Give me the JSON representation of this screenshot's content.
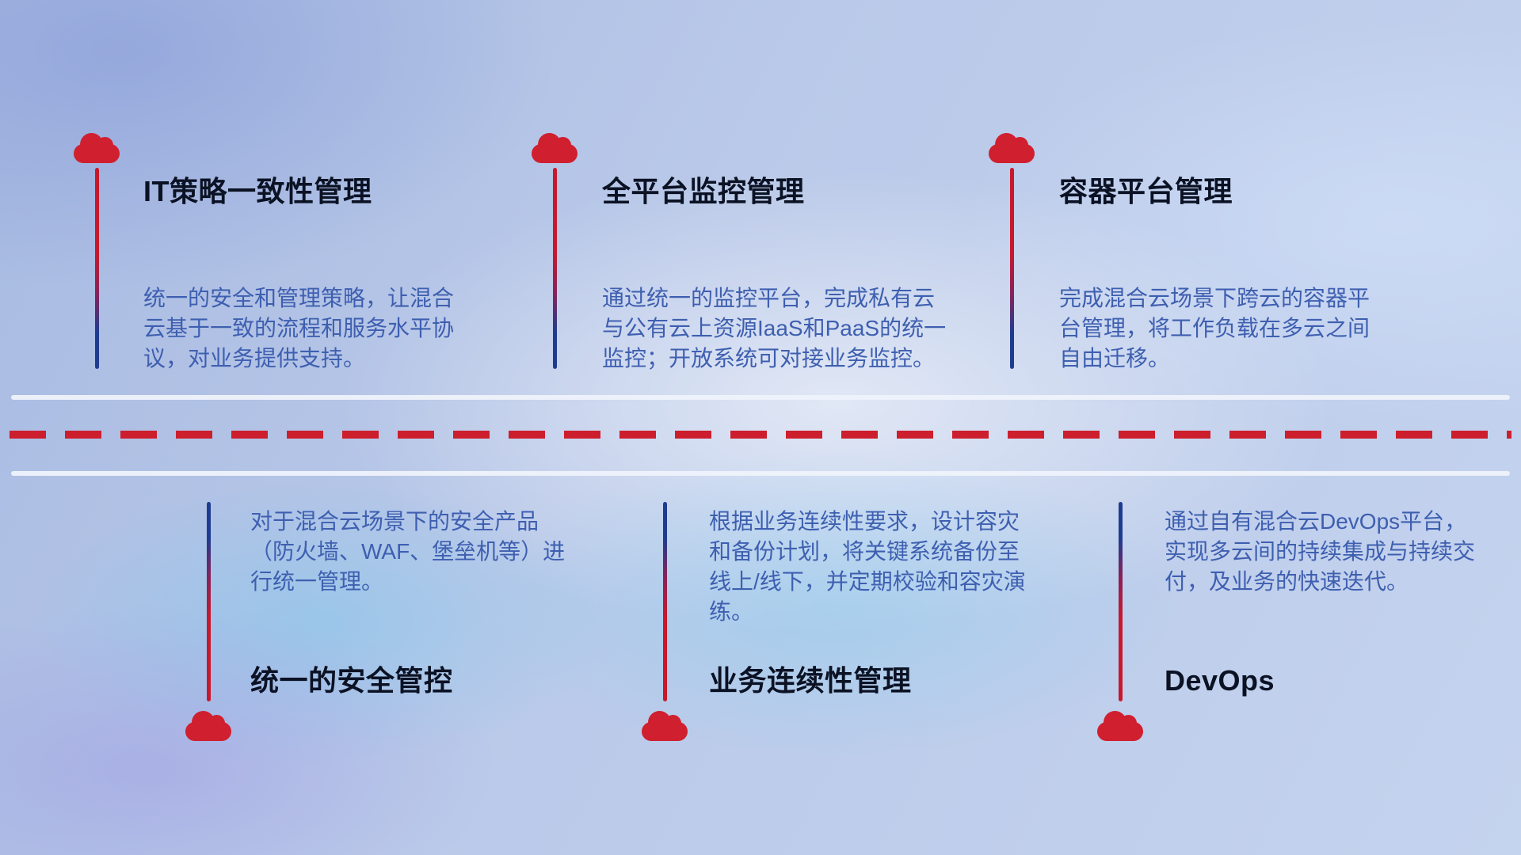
{
  "diagram": {
    "top_items": [
      {
        "title": "IT策略一致性管理",
        "description": "统一的安全和管理策略，让混合云基于一致的流程和服务水平协议，对业务提供支持。"
      },
      {
        "title": "全平台监控管理",
        "description": "通过统一的监控平台，完成私有云与公有云上资源IaaS和PaaS的统一监控；开放系统可对接业务监控。"
      },
      {
        "title": "容器平台管理",
        "description": "完成混合云场景下跨云的容器平台管理，将工作负载在多云之间自由迁移。"
      }
    ],
    "bottom_items": [
      {
        "title": "统一的安全管控",
        "description": "对于混合云场景下的安全产品（防火墙、WAF、堡垒机等）进行统一管理。"
      },
      {
        "title": "业务连续性管理",
        "description": "根据业务连续性要求，设计容灾和备份计划，将关键系统备份至线上/线下，并定期校验和容灾演练。"
      },
      {
        "title": "DevOps",
        "description": "通过自有混合云DevOps平台，实现多云间的持续集成与持续交付，及业务的快速迭代。"
      }
    ],
    "icons": {
      "marker": "cloud-icon"
    },
    "colors": {
      "accent_red": "#d01f2e",
      "stem_blue": "#1e3c8f",
      "title_text": "#0b1224",
      "body_text": "#3e5fb0",
      "divider_light": "#eef2fb"
    }
  }
}
